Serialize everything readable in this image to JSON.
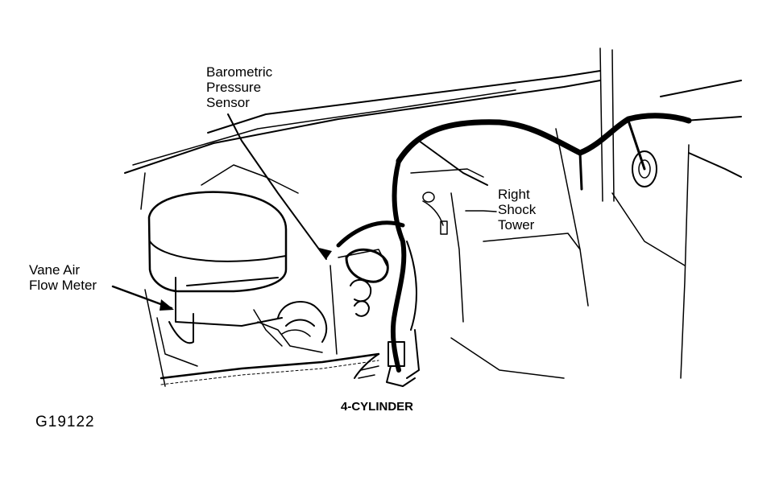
{
  "figure_id": "G19122",
  "caption": "4-CYLINDER",
  "callouts": {
    "barometric_pressure_sensor": [
      "Barometric",
      "Pressure",
      "Sensor"
    ],
    "right_shock_tower": [
      "Right",
      "Shock",
      "Tower"
    ],
    "vane_air_flow_meter": [
      "Vane Air",
      "Flow Meter"
    ]
  },
  "colors": {
    "ink": "#000000",
    "paper": "#ffffff"
  }
}
